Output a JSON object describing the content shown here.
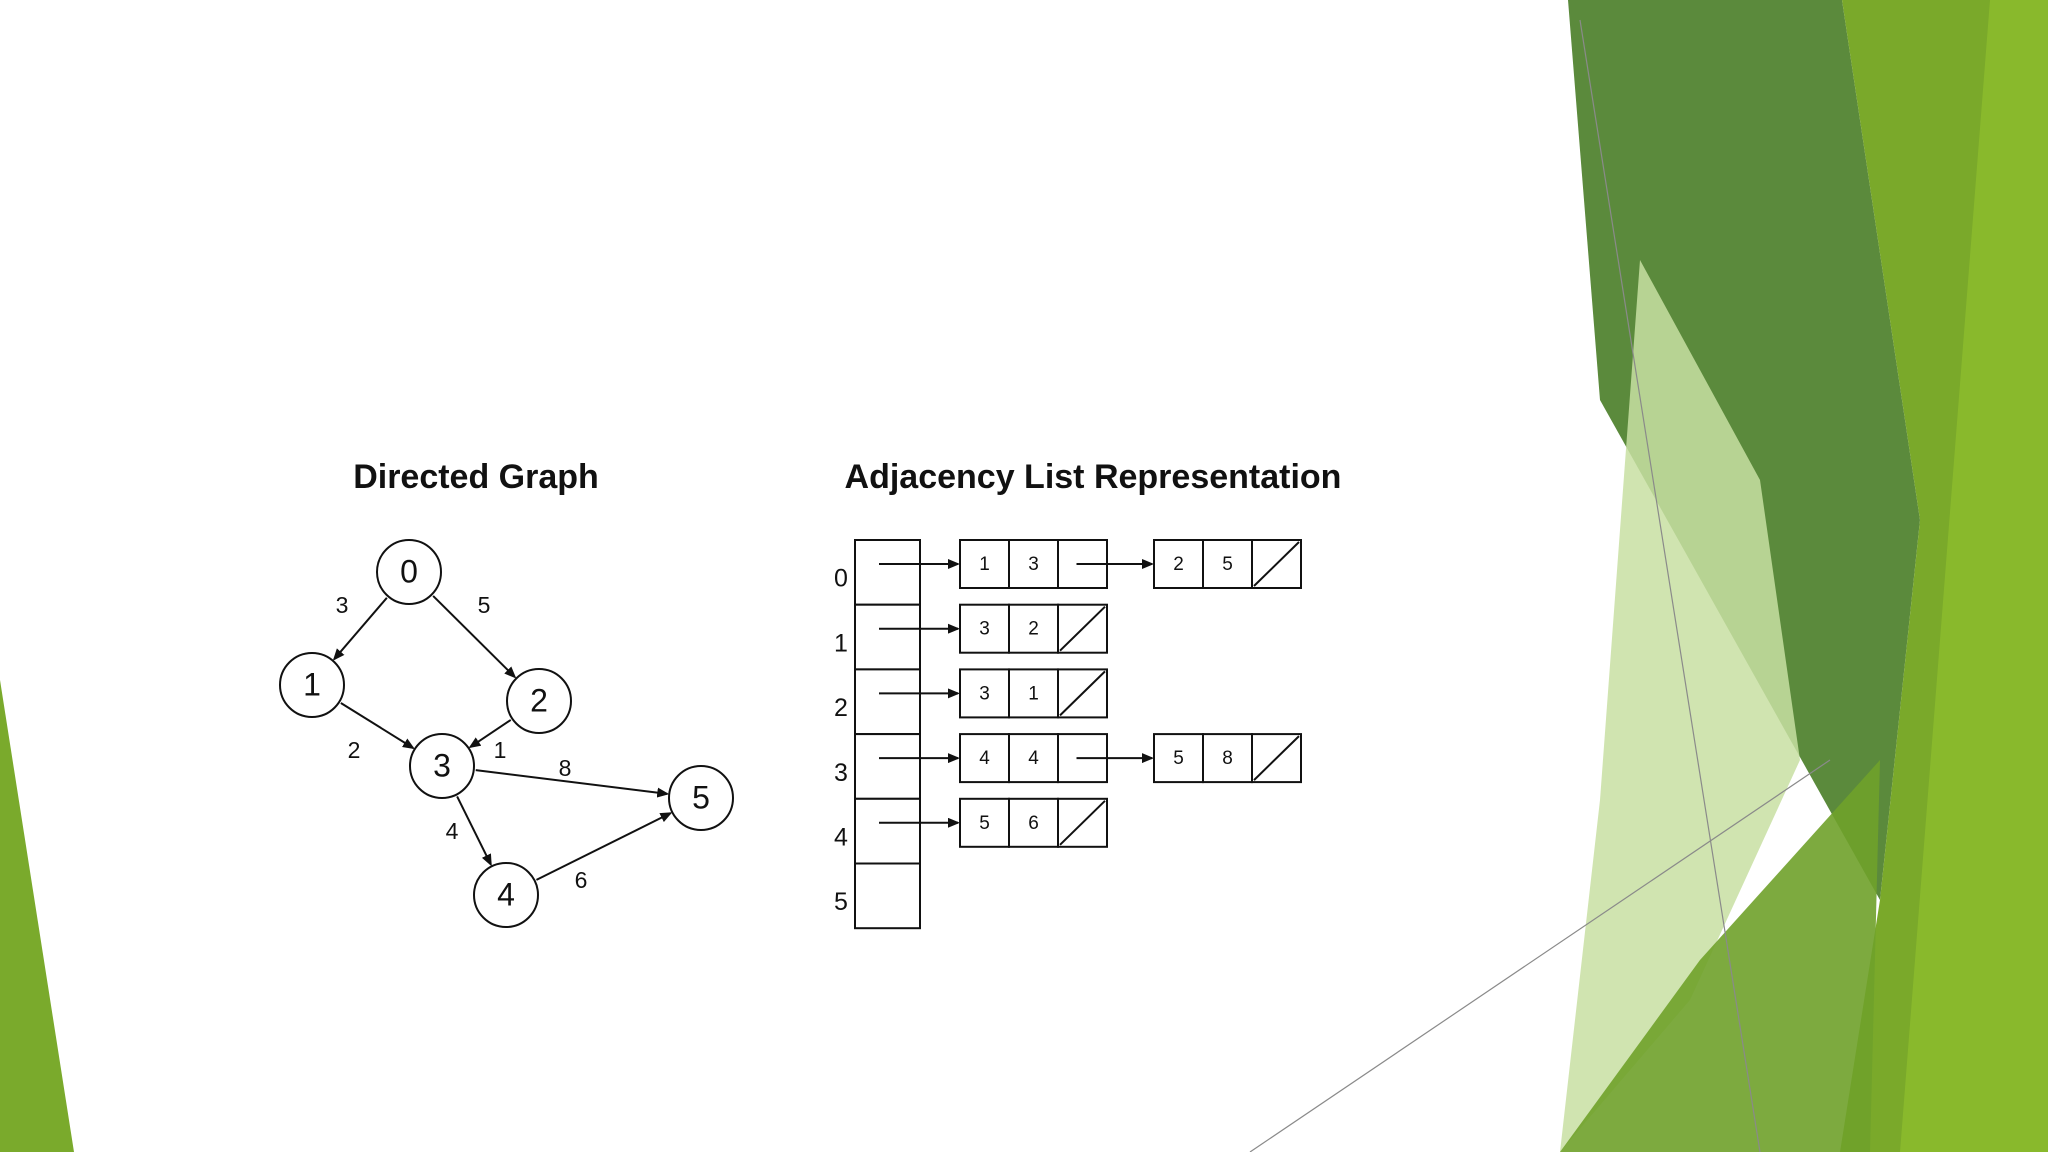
{
  "theme": {
    "accent_dark": "#5b8a3c",
    "accent_mid": "#6fa12a",
    "accent_light": "#8cbc2d",
    "accent_pale": "#c8dfa2"
  },
  "graph": {
    "title": "Directed Graph",
    "nodes": [
      "0",
      "1",
      "2",
      "3",
      "4",
      "5"
    ],
    "edges": [
      {
        "from": "0",
        "to": "1",
        "weight": "3"
      },
      {
        "from": "0",
        "to": "2",
        "weight": "5"
      },
      {
        "from": "1",
        "to": "3",
        "weight": "2"
      },
      {
        "from": "2",
        "to": "3",
        "weight": "1"
      },
      {
        "from": "3",
        "to": "5",
        "weight": "8"
      },
      {
        "from": "3",
        "to": "4",
        "weight": "4"
      },
      {
        "from": "4",
        "to": "5",
        "weight": "6"
      }
    ]
  },
  "adjacency": {
    "title": "Adjacency List Representation",
    "rows": [
      {
        "index": "0",
        "entries": [
          [
            "1",
            "3"
          ],
          [
            "2",
            "5"
          ]
        ]
      },
      {
        "index": "1",
        "entries": [
          [
            "3",
            "2"
          ]
        ]
      },
      {
        "index": "2",
        "entries": [
          [
            "3",
            "1"
          ]
        ]
      },
      {
        "index": "3",
        "entries": [
          [
            "4",
            "4"
          ],
          [
            "5",
            "8"
          ]
        ]
      },
      {
        "index": "4",
        "entries": [
          [
            "5",
            "6"
          ]
        ]
      },
      {
        "index": "5",
        "entries": []
      }
    ]
  }
}
